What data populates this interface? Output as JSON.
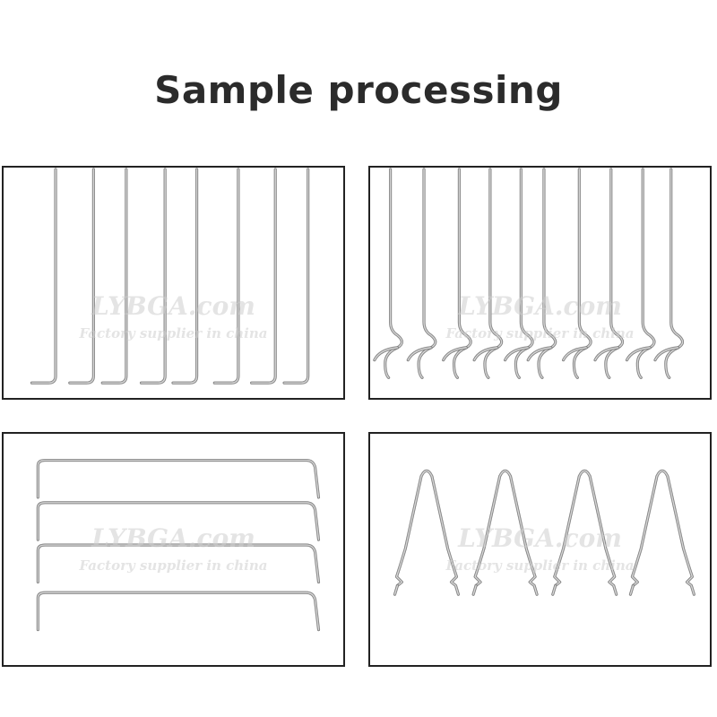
{
  "title": "Sample processing",
  "watermark": {
    "brand": "LYBGA.com",
    "tagline": "Factory supplier in china"
  },
  "colors": {
    "wire": "#a9a9a9",
    "wire_dark": "#7a7a7a",
    "border": "#222222",
    "title": "#2b2b2b"
  },
  "panels": [
    {
      "name": "straight L-hook wires",
      "count": 8
    },
    {
      "name": "wires with loop bend",
      "count": 10
    },
    {
      "name": "staple-shaped bent wires",
      "count": 4
    },
    {
      "name": "V-shaped spring clips",
      "count": 4
    }
  ]
}
